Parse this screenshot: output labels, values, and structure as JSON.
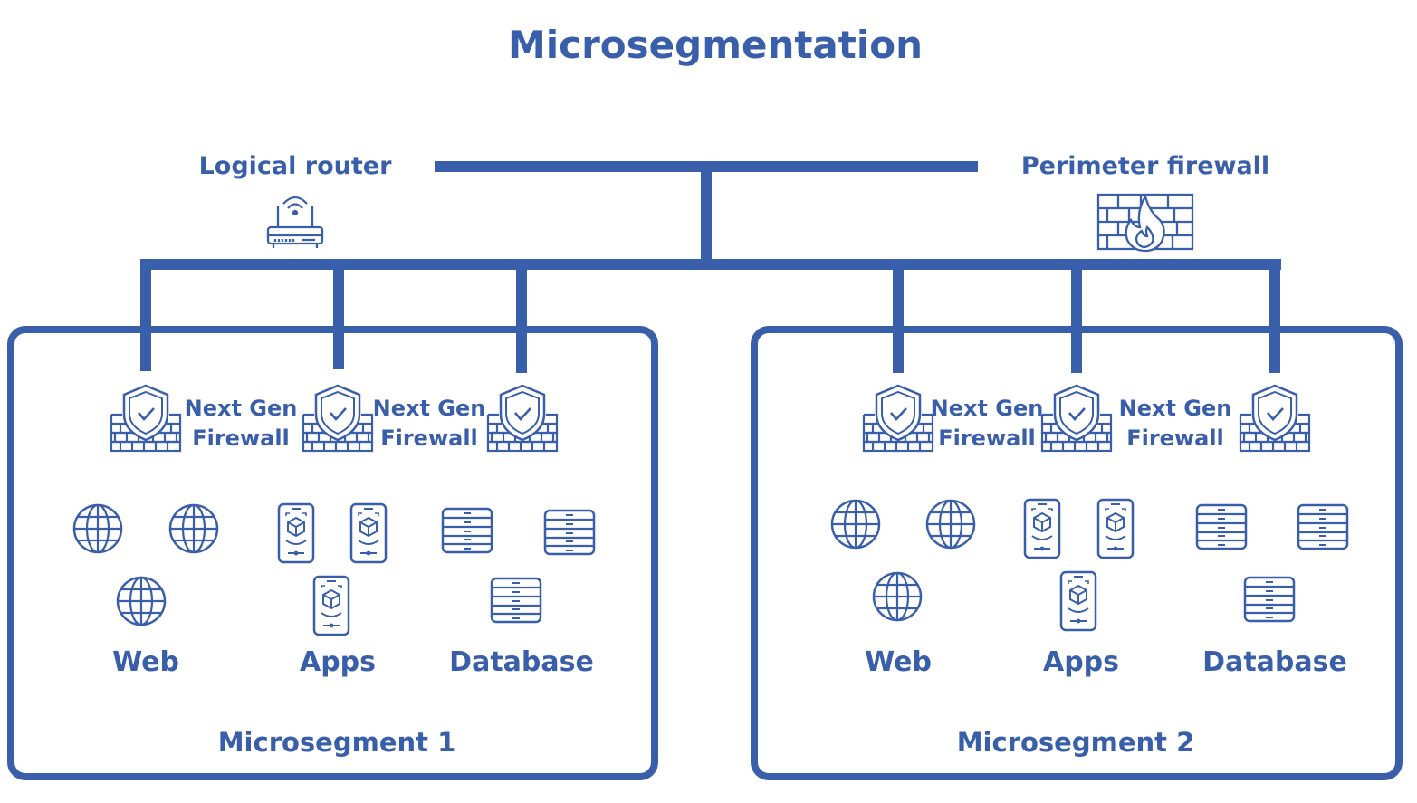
{
  "colors": {
    "primary": "#3a5faa",
    "background": "#ffffff"
  },
  "title": "Microsegmentation",
  "top": {
    "router_label": "Logical router",
    "router_icon": "wifi-router-icon",
    "firewall_label": "Perimeter firewall",
    "firewall_icon": "brick-wall-flame-icon"
  },
  "segments": [
    {
      "label": "Microsegment 1",
      "firewall_label_line1": "Next Gen",
      "firewall_label_line2": "Firewall",
      "firewall_icon": "shield-check-wall-icon",
      "groups": [
        {
          "label": "Web",
          "icon": "globe-icon"
        },
        {
          "label": "Apps",
          "icon": "mobile-app-icon"
        },
        {
          "label": "Database",
          "icon": "database-icon"
        }
      ]
    },
    {
      "label": "Microsegment 2",
      "firewall_label_line1": "Next Gen",
      "firewall_label_line2": "Firewall",
      "firewall_icon": "shield-check-wall-icon",
      "groups": [
        {
          "label": "Web",
          "icon": "globe-icon"
        },
        {
          "label": "Apps",
          "icon": "mobile-app-icon"
        },
        {
          "label": "Database",
          "icon": "database-icon"
        }
      ]
    }
  ]
}
